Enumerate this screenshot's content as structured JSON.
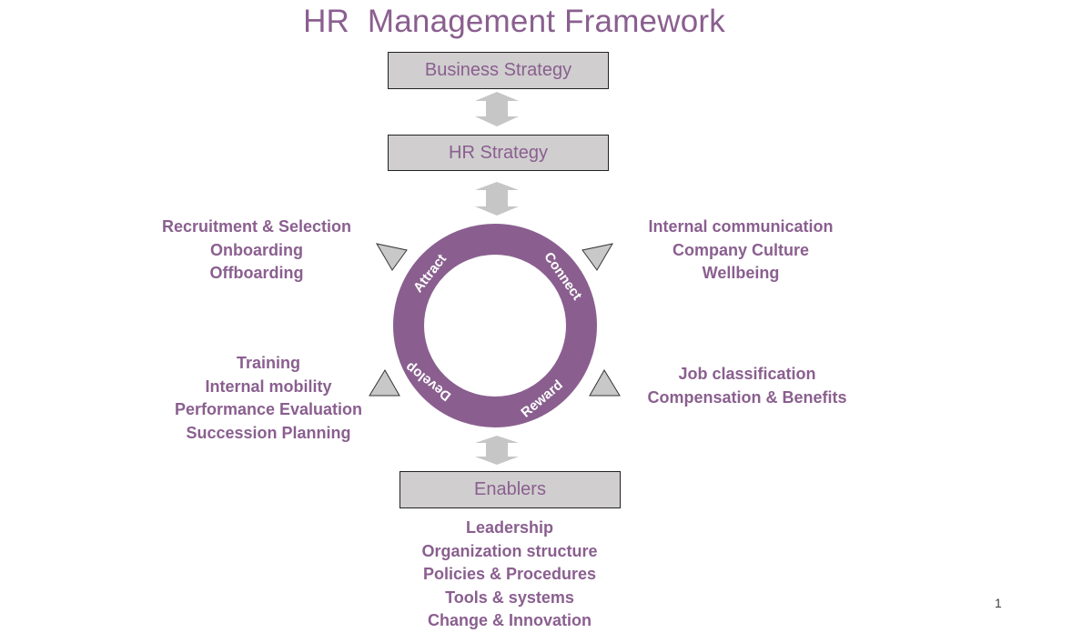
{
  "title": "HR  Management Framework",
  "colors": {
    "primary": "#8a5f8f",
    "box_fill": "#d0cecf",
    "arrow_fill": "#c6c6c6"
  },
  "boxes": {
    "business_strategy": "Business Strategy",
    "hr_strategy": "HR Strategy",
    "enablers": "Enablers"
  },
  "cycle": {
    "attract": "Attract",
    "connect": "Connect",
    "reward": "Reward",
    "develop": "Develop"
  },
  "attract_items": [
    "Recruitment & Selection",
    "Onboarding",
    "Offboarding"
  ],
  "connect_items": [
    "Internal communication",
    "Company Culture",
    "Wellbeing"
  ],
  "develop_items": [
    "Training",
    "Internal mobility",
    "Performance Evaluation",
    "Succession Planning"
  ],
  "reward_items": [
    "Job classification",
    "Compensation & Benefits"
  ],
  "enabler_items": [
    "Leadership",
    "Organization structure",
    "Policies & Procedures",
    "Tools & systems",
    "Change & Innovation"
  ],
  "page_number": "1"
}
